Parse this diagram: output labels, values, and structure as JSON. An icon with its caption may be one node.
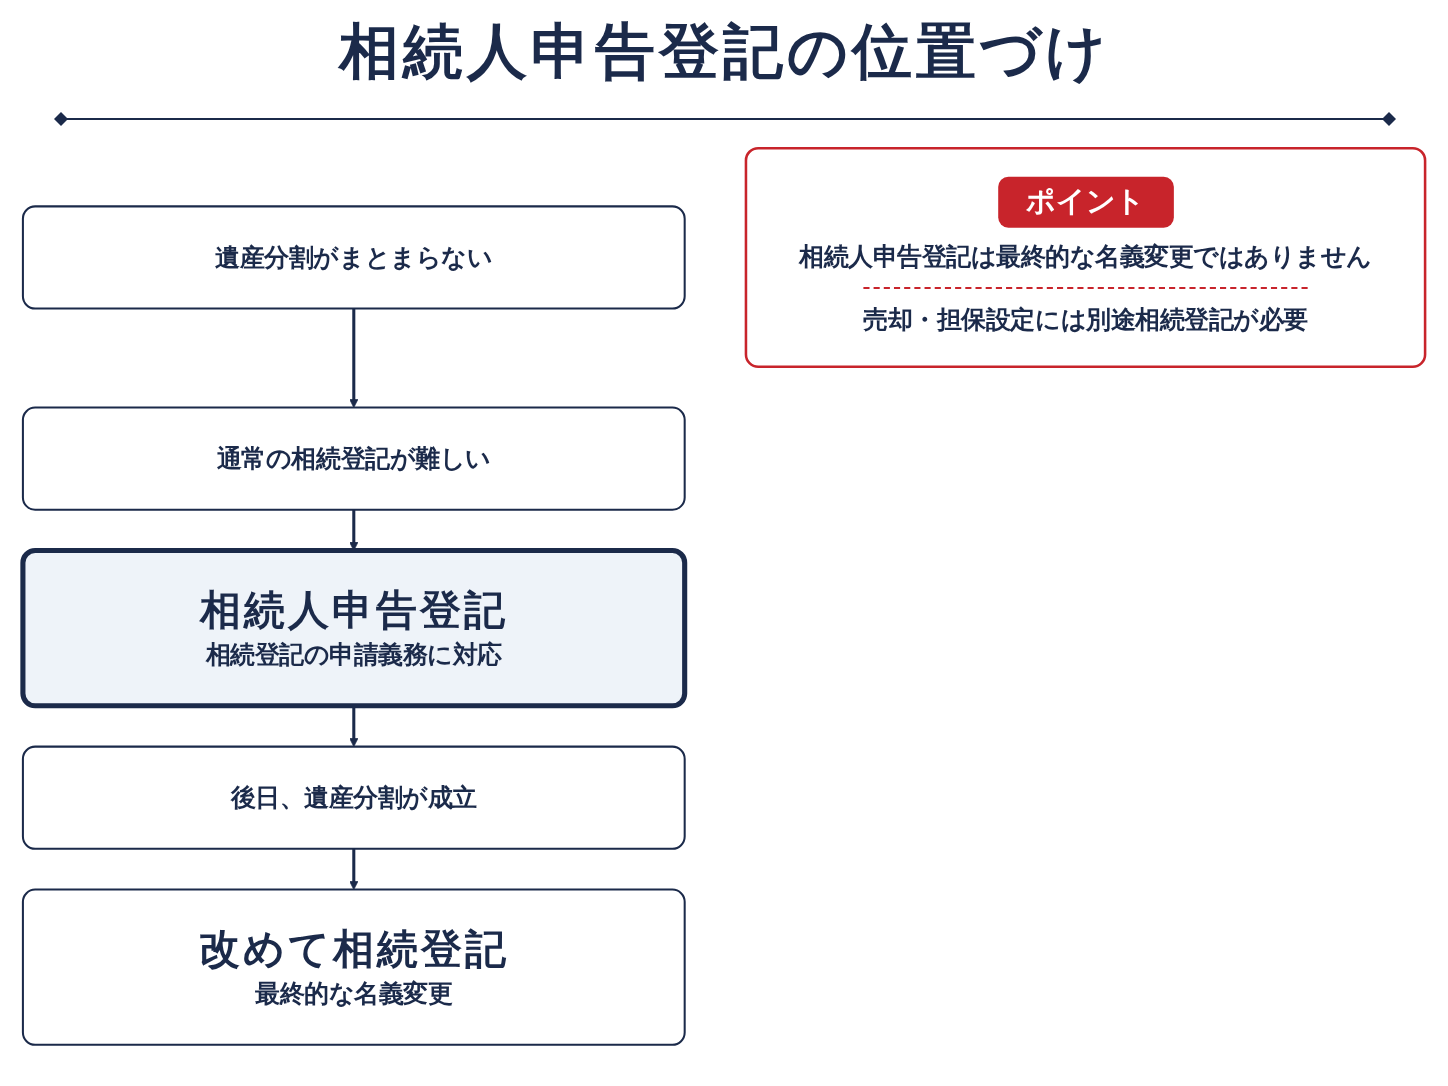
{
  "diagram": {
    "title": "相続人申告登記の位置づけ",
    "nodes": [
      {
        "text": [
          "遺産分割がまとまらない"
        ]
      },
      {
        "text": [
          "通常の相続登記が難しい"
        ]
      },
      {
        "text": [
          "相続人申告登記",
          "相続登記の申請義務に対応"
        ]
      },
      {
        "text": [
          "後日、遺産分割が成立"
        ]
      },
      {
        "text": [
          "改めて相続登記",
          "最終的な名義変更"
        ]
      },
      {
        "text": [
          "ポイント",
          "相続人申告登記は最終的な名義変更ではありません",
          "売却・担保設定には別途相続登記が必要"
        ]
      }
    ],
    "edges": [
      {
        "from": 0,
        "to": 1,
        "arrow": "to"
      },
      {
        "from": 1,
        "to": 2,
        "arrow": "to"
      },
      {
        "from": 2,
        "to": 3,
        "arrow": "to"
      },
      {
        "from": 3,
        "to": 4,
        "arrow": "to"
      }
    ]
  }
}
